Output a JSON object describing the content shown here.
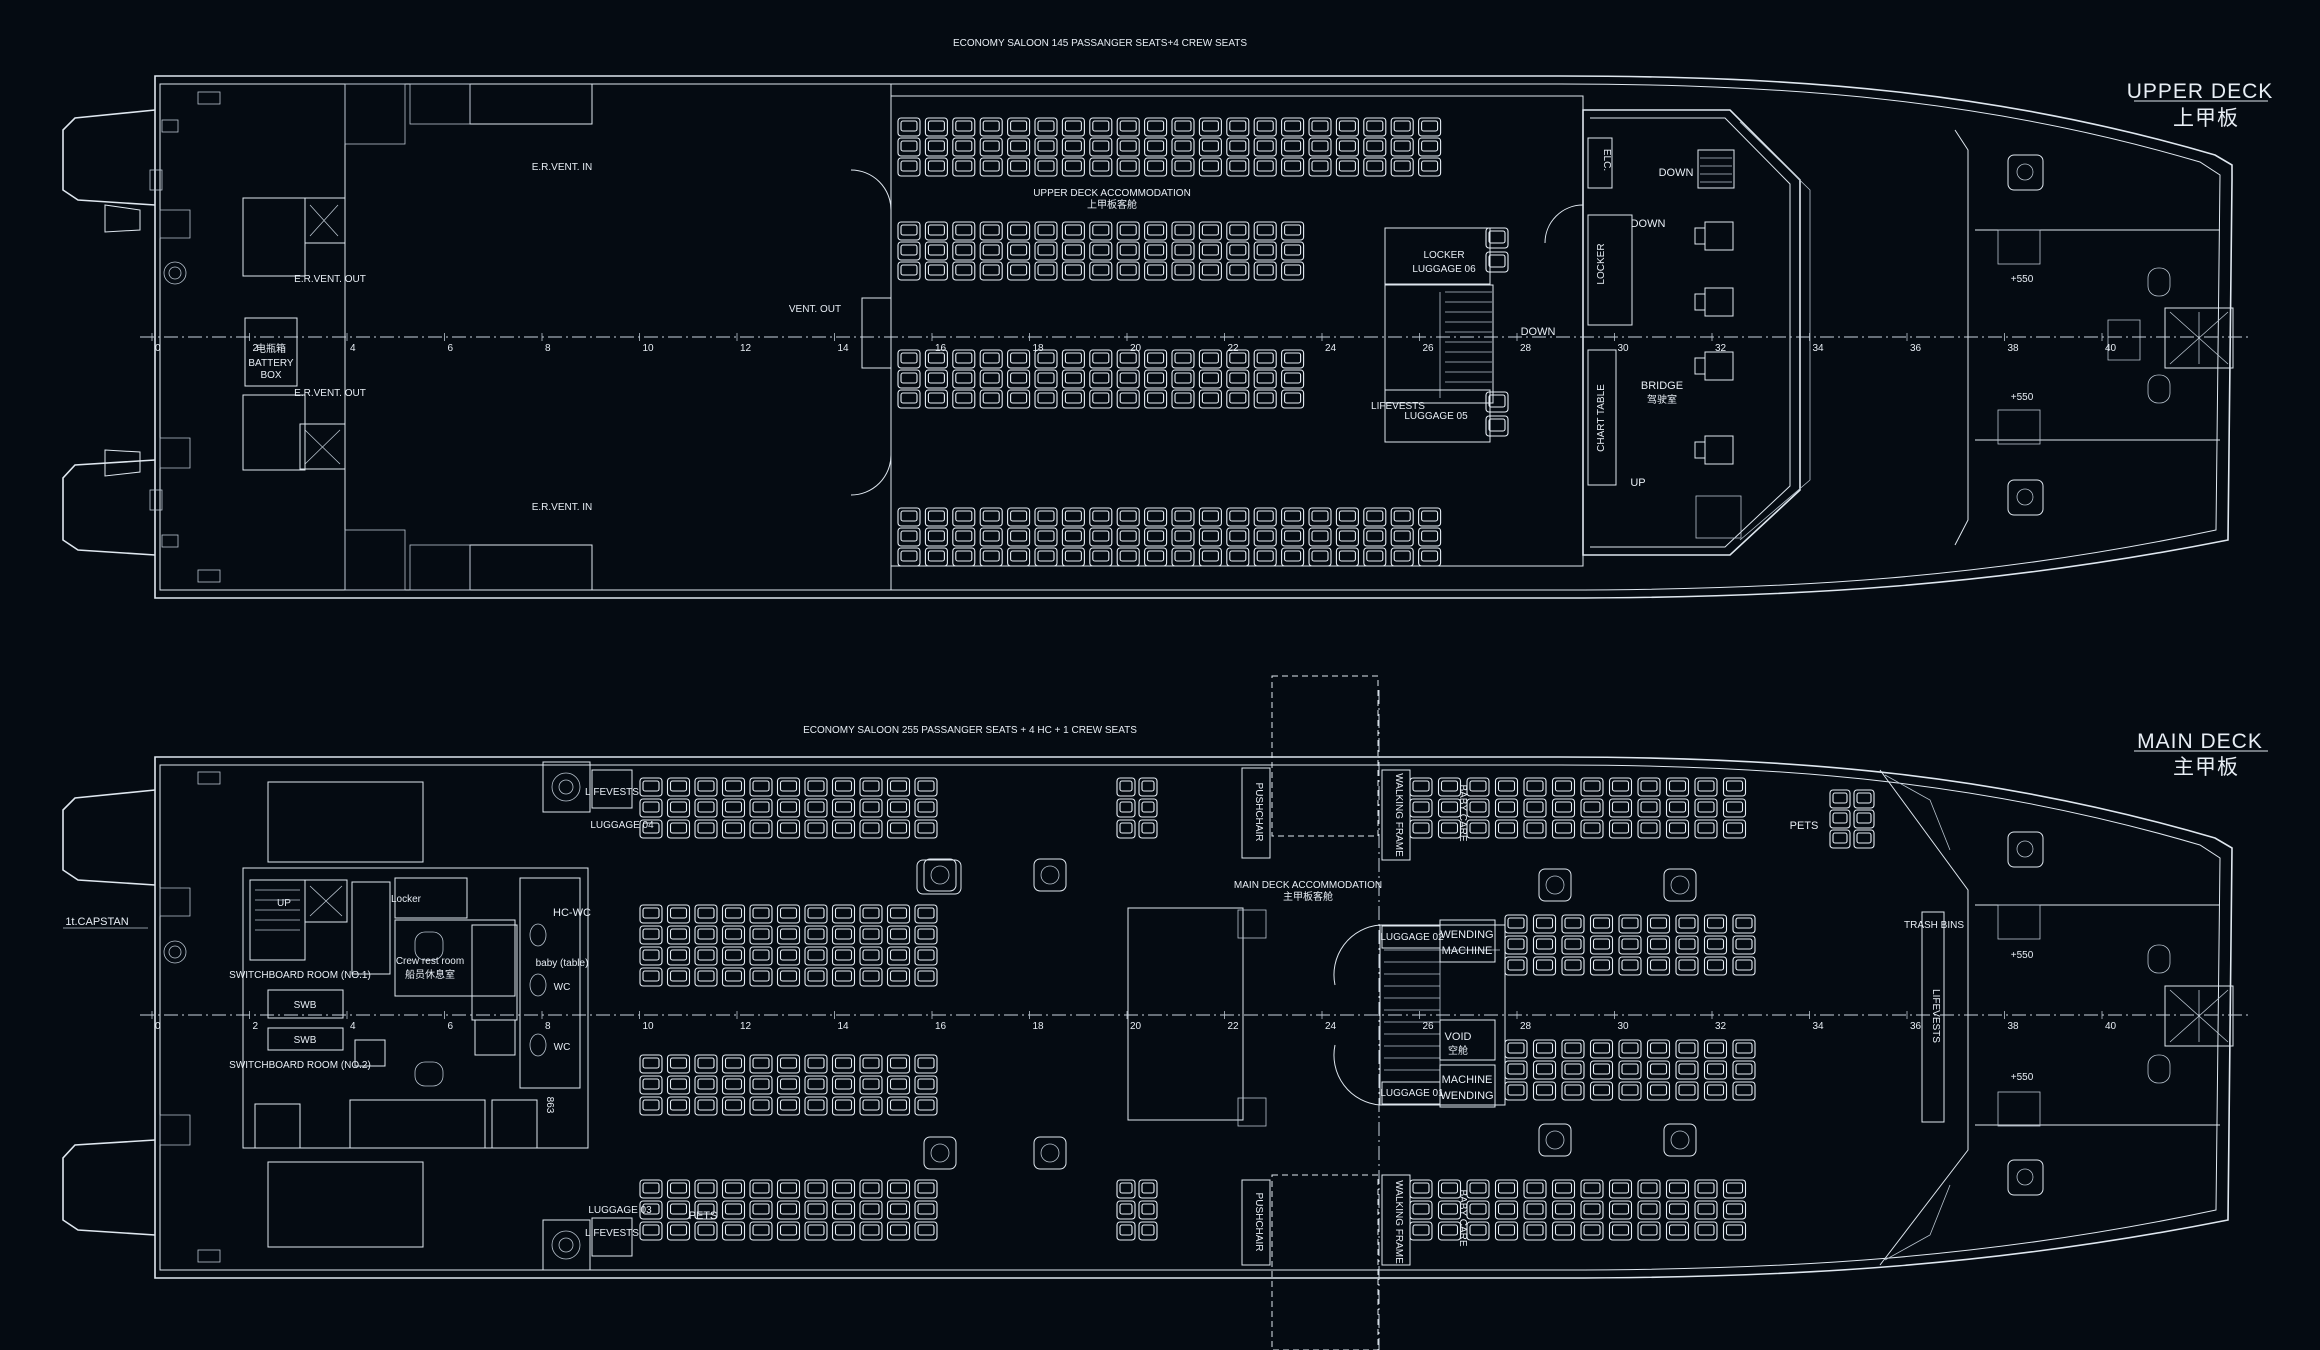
{
  "upper_deck": {
    "heading": "ECONOMY SALOON 145 PASSANGER SEATS+4 CREW SEATS",
    "title_en": "UPPER DECK",
    "title_cn": "上甲板",
    "accommodation_en": "UPPER DECK ACCOMMODATION",
    "accommodation_cn": "上甲板客舱",
    "labels": {
      "er_vent_in_top": "E.R.VENT. IN",
      "er_vent_in_bottom": "E.R.VENT. IN",
      "er_vent_out_top": "E.R.VENT. OUT",
      "er_vent_out_bottom": "E.R.VENT. OUT",
      "battery_cn": "电瓶箱",
      "battery_en_1": "BATTERY",
      "battery_en_2": "BOX",
      "vent_out": "VENT. OUT",
      "locker_1": "LOCKER",
      "luggage_06": "LUGGAGE 06",
      "lifevests": "LIFEVESTS",
      "luggage_05": "LUGGAGE 05",
      "down_stair": "DOWN",
      "down_bridge": "DOWN",
      "down_top": "DOWN",
      "elc": "ELC.",
      "locker_vert": "LOCKER",
      "chart_table": "CHART TABLE",
      "bridge_en": "BRIDGE",
      "bridge_cn": "驾驶室",
      "up": "UP",
      "plus550_top": "+550",
      "plus550_bottom": "+550"
    },
    "frames": [
      "0",
      "2",
      "4",
      "6",
      "8",
      "10",
      "12",
      "14",
      "16",
      "18",
      "20",
      "22",
      "24",
      "26",
      "28",
      "30",
      "32",
      "34",
      "36",
      "38",
      "40"
    ]
  },
  "main_deck": {
    "heading": "ECONOMY SALOON 255 PASSANGER SEATS + 4 HC + 1 CREW SEATS",
    "title_en": "MAIN DECK",
    "title_cn": "主甲板",
    "accommodation_en": "MAIN DECK ACCOMMODATION",
    "accommodation_cn": "主甲板客舱",
    "labels": {
      "capstan": "1t.CAPSTAN",
      "lifevests_top": "LIFEVESTS",
      "luggage_04": "LUGGAGE 04",
      "luggage_03": "LUGGAGE 03",
      "lifevests_bottom": "LIFEVESTS",
      "pets_left": "PETS",
      "pets_right": "PETS",
      "pushchair_top": "PUSHCHAIR",
      "pushchair_bottom": "PUSHCHAIR",
      "walking_frame_top": "WALKING FRAME",
      "walking_frame_bottom": "WALKING FRAME",
      "baby_care_top": "BABY CARE",
      "baby_care_bottom": "BABY CARE",
      "hc_wc": "HC-WC",
      "wc_1": "WC",
      "wc_2": "WC",
      "baby_table": "baby (table)",
      "crew_rest": "Crew rest room",
      "crew_rest_cn": "船员休息室",
      "swb_1": "SWB",
      "swb_2": "SWB",
      "switchboard_1": "SWITCHBOARD ROOM (NO.1)",
      "switchboard_2": "SWITCHBOARD ROOM (NO.2)",
      "up": "UP",
      "locker": "Locker",
      "wending_top_1": "WENDING",
      "wending_top_2": "MACHINE",
      "machine_bottom_1": "MACHINE",
      "machine_bottom_2": "WENDING",
      "void_en": "VOID",
      "void_cn": "空舱",
      "luggage_02": "LUGGAGE 02",
      "luggage_01": "LUGGAGE 01",
      "trash_bins": "TRASH BINS",
      "lifevests_aft": "LIFEVESTS",
      "plus550_top": "+550",
      "plus550_bottom": "+550",
      "fr_863": "863"
    },
    "frames": [
      "0",
      "2",
      "4",
      "6",
      "8",
      "10",
      "12",
      "14",
      "16",
      "18",
      "20",
      "22",
      "24",
      "26",
      "28",
      "30",
      "32",
      "34",
      "36",
      "38",
      "40"
    ]
  }
}
